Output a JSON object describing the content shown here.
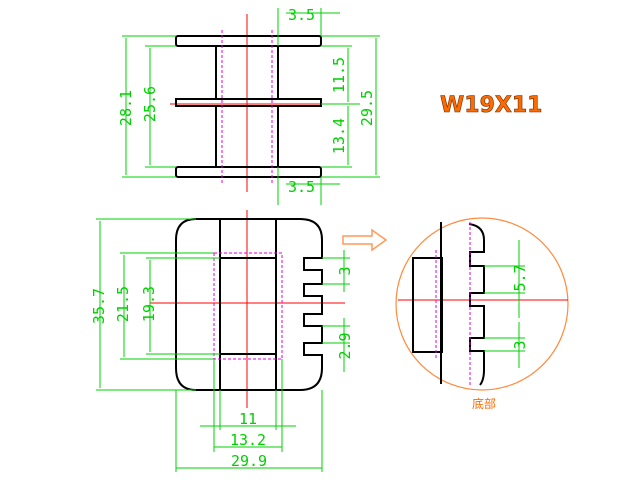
{
  "title": "W19X11",
  "caption": "底部",
  "colors": {
    "outline": "#000000",
    "dimension": "#00d000",
    "hidden": "#e000e0",
    "center": "#ff0000",
    "title": "#ff6a00",
    "detail_circle": "#ff8a3d",
    "arrow": "#ff9a5a"
  },
  "dims": {
    "top_flange_top": "3.5",
    "top_flange_bottom": "3.5",
    "overall_height_inner": "28.1",
    "winding_window": "25.6",
    "upper_section": "11.5",
    "lower_section": "13.4",
    "overall_height": "29.5",
    "front_height": "35.7",
    "front_mid": "21.5",
    "front_window": "19.3",
    "slot_width": "3",
    "slot_pitch": "2.9",
    "core_width": "11",
    "window_width": "13.2",
    "overall_width": "29.9",
    "detail_pitch": "5.7",
    "detail_slot": "3"
  }
}
